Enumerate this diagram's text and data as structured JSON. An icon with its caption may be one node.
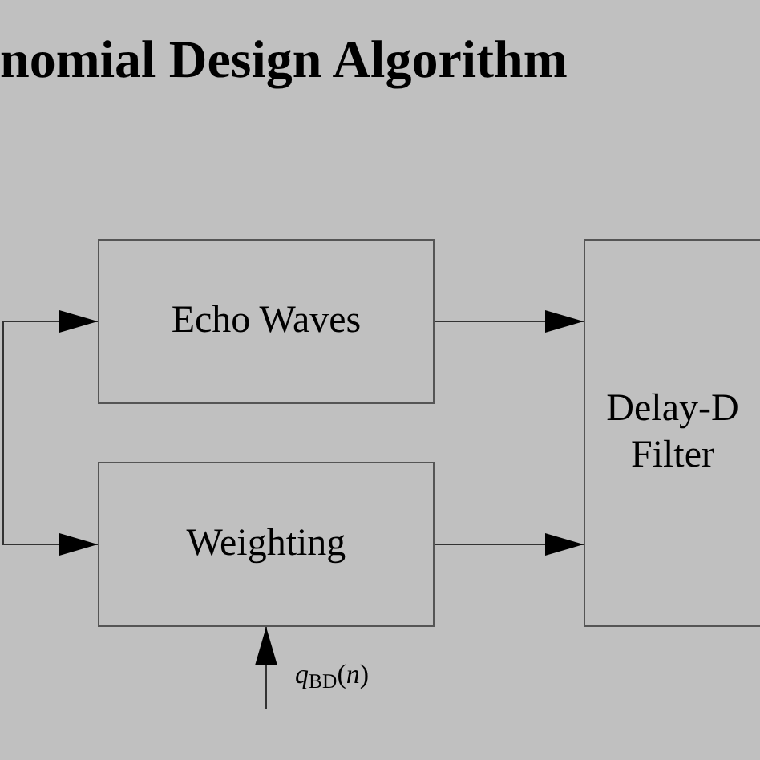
{
  "diagram": {
    "title": "nomial Design Algorithm",
    "nodes": [
      {
        "text": [
          "Echo Waves"
        ]
      },
      {
        "text": [
          "Weighting"
        ]
      },
      {
        "text": [
          "Delay-D Filter"
        ]
      }
    ],
    "edges": [
      {
        "from": null,
        "to": 0,
        "arrow": "to"
      },
      {
        "from": null,
        "to": 1,
        "arrow": "to"
      },
      {
        "from": 0,
        "to": 2,
        "arrow": "to"
      },
      {
        "from": 1,
        "to": 2,
        "arrow": "to"
      },
      {
        "from": null,
        "to": 1,
        "arrow": "to",
        "label": "*q*$_{BD}$(*n*)"
      }
    ]
  }
}
